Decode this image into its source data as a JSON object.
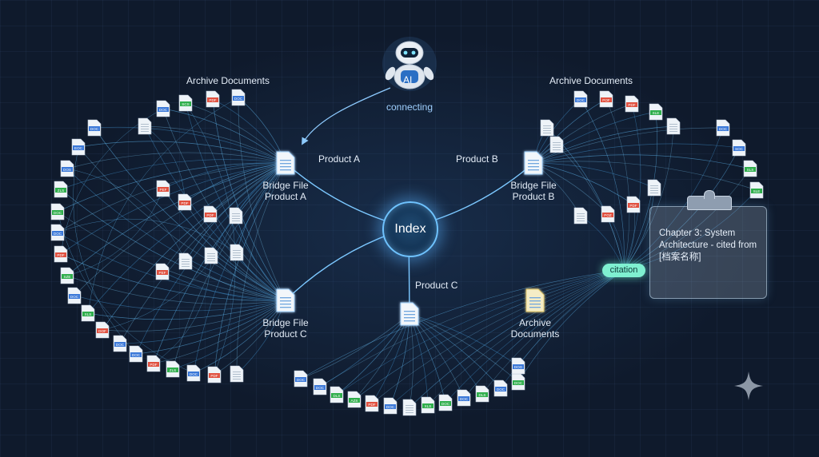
{
  "labels": {
    "archive_left": "Archive Documents",
    "archive_right": "Archive Documents",
    "ai_badge": "AI",
    "connecting": "connecting",
    "product_a": "Product A",
    "product_b": "Product B",
    "product_c": "Product C",
    "bridge_a_line1": "Bridge File",
    "bridge_a_line2": "Product A",
    "bridge_b_line1": "Bridge File",
    "bridge_b_line2": "Product B",
    "bridge_c_line1": "Bridge File",
    "bridge_c_line2": "Product C",
    "index": "Index",
    "archive_c_line1": "Archive",
    "archive_c_line2": "Documents",
    "citation": "citation",
    "card_text": "Chapter 3: System Architecture - cited from [档案名称]"
  },
  "colors": {
    "background": "#0f1a2c",
    "edge": "#5fb7ee",
    "hub_glow": "#6fc3ff",
    "citation_pill": "#7ff0d1",
    "doc_blue": "#3a78d8",
    "doc_red": "#e0503f",
    "doc_green": "#2fae4c"
  },
  "documents": [
    {
      "tag": "DOC",
      "type": "doc"
    },
    {
      "tag": "SCS",
      "type": "sheet"
    },
    {
      "tag": "PDF",
      "type": "pdf"
    },
    {
      "tag": "DOC",
      "type": "doc"
    },
    {
      "tag": "",
      "type": "blank"
    },
    {
      "tag": "DOC",
      "type": "doc"
    },
    {
      "tag": "EOC",
      "type": "doc"
    },
    {
      "tag": "DOS",
      "type": "doc"
    },
    {
      "tag": "ZLS",
      "type": "sheet"
    },
    {
      "tag": "DOC",
      "type": "sheet"
    },
    {
      "tag": "DOC",
      "type": "doc"
    },
    {
      "tag": "PDF",
      "type": "pdf"
    },
    {
      "tag": "SZE",
      "type": "sheet"
    },
    {
      "tag": "DOC",
      "type": "doc"
    },
    {
      "tag": "XLS",
      "type": "sheet"
    },
    {
      "tag": "DOF",
      "type": "pdf"
    },
    {
      "tag": "DOC",
      "type": "doc"
    },
    {
      "tag": "DOC",
      "type": "doc"
    },
    {
      "tag": "PDF",
      "type": "pdf"
    },
    {
      "tag": "ZLS",
      "type": "sheet"
    },
    {
      "tag": "DOC",
      "type": "doc"
    },
    {
      "tag": "PDF",
      "type": "pdf"
    },
    {
      "tag": "",
      "type": "blank"
    },
    {
      "tag": "PEF",
      "type": "pdf"
    },
    {
      "tag": "PDF",
      "type": "pdf"
    },
    {
      "tag": "PDF",
      "type": "pdf"
    },
    {
      "tag": "",
      "type": "blank"
    },
    {
      "tag": "",
      "type": "blank"
    },
    {
      "tag": "PEF",
      "type": "pdf"
    },
    {
      "tag": "",
      "type": "blank"
    },
    {
      "tag": "",
      "type": "blank"
    },
    {
      "tag": "",
      "type": "blank"
    },
    {
      "tag": "DOC",
      "type": "doc"
    },
    {
      "tag": "POF",
      "type": "pdf"
    },
    {
      "tag": "PDF",
      "type": "pdf"
    },
    {
      "tag": "SLE",
      "type": "sheet"
    },
    {
      "tag": "",
      "type": "blank"
    },
    {
      "tag": "DOC",
      "type": "doc"
    },
    {
      "tag": "SOC",
      "type": "doc"
    },
    {
      "tag": "SLS",
      "type": "sheet"
    },
    {
      "tag": "SLE",
      "type": "sheet"
    },
    {
      "tag": "",
      "type": "blank"
    },
    {
      "tag": "PDF",
      "type": "pdf"
    },
    {
      "tag": "POZ",
      "type": "pdf"
    },
    {
      "tag": "",
      "type": "blank"
    },
    {
      "tag": "",
      "type": "blank"
    },
    {
      "tag": "DOC",
      "type": "doc"
    },
    {
      "tag": "DOC",
      "type": "doc"
    },
    {
      "tag": "DLS",
      "type": "sheet"
    },
    {
      "tag": "AZS",
      "type": "sheet"
    },
    {
      "tag": "PDF",
      "type": "pdf"
    },
    {
      "tag": "DOC",
      "type": "doc"
    },
    {
      "tag": "",
      "type": "blank"
    },
    {
      "tag": "XLS",
      "type": "sheet"
    },
    {
      "tag": "DOC",
      "type": "sheet"
    },
    {
      "tag": "DOC",
      "type": "doc"
    },
    {
      "tag": "DLS",
      "type": "sheet"
    },
    {
      "tag": "DOC",
      "type": "doc"
    },
    {
      "tag": "DOC",
      "type": "sheet"
    },
    {
      "tag": "DOG",
      "type": "doc"
    }
  ]
}
